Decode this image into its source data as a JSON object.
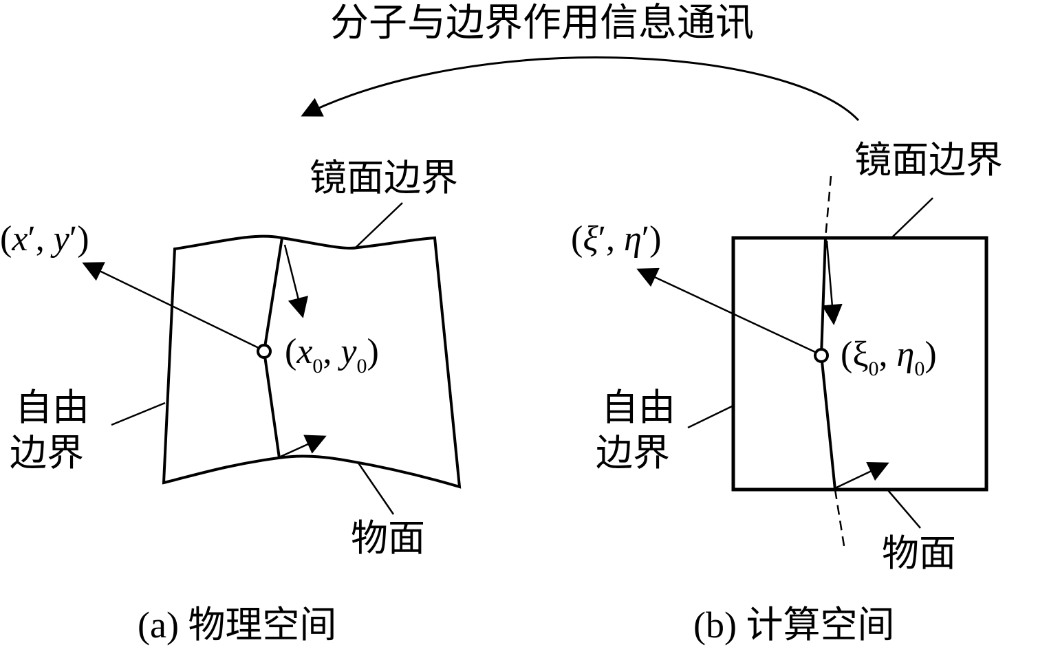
{
  "title": "分子与边界作用信息通讯",
  "panel_a": {
    "mirror_boundary_label": "镜面边界",
    "free_boundary_label_line1": "自由",
    "free_boundary_label_line2": "边界",
    "body_surface_label": "物面",
    "image_point": {
      "open": "(",
      "x": "x",
      "sep": "′, ",
      "y": "y",
      "close": "′)"
    },
    "node_point": {
      "open": "(",
      "x": "x",
      "sub1": "0",
      "sep": ", ",
      "y": "y",
      "sub2": "0",
      "close": ")"
    },
    "caption_prefix": "(a) ",
    "caption_text": "物理空间"
  },
  "panel_b": {
    "mirror_boundary_label": "镜面边界",
    "free_boundary_label_line1": "自由",
    "free_boundary_label_line2": "边界",
    "body_surface_label": "物面",
    "image_point": {
      "open": "(",
      "x": "ξ",
      "sep": "′, ",
      "y": "η",
      "close": "′)"
    },
    "node_point": {
      "open": "(",
      "x": "ξ",
      "sub1": "0",
      "sep": ", ",
      "y": "η",
      "sub2": "0",
      "close": ")"
    },
    "caption_prefix": "(b) ",
    "caption_text": "计算空间"
  }
}
